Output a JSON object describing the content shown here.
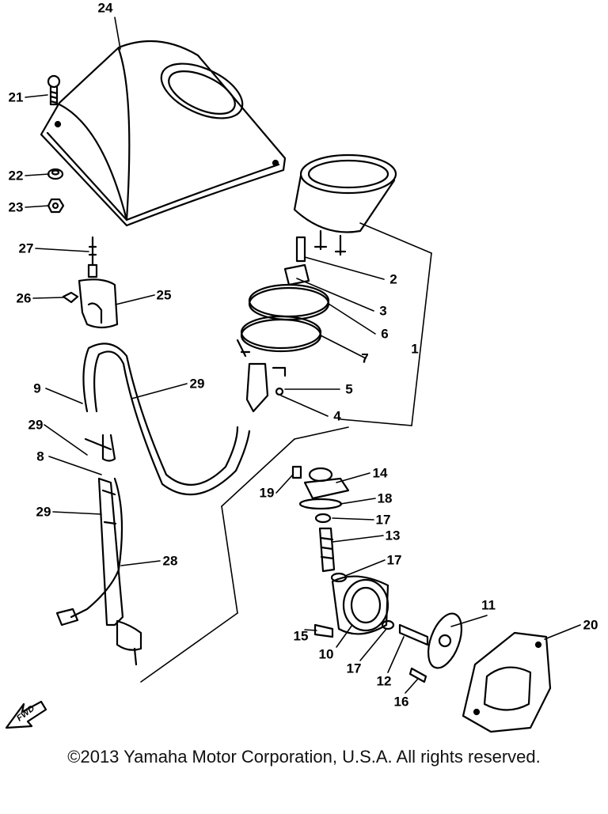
{
  "diagram": {
    "callouts": [
      {
        "id": "c24",
        "text": "24"
      },
      {
        "id": "c21",
        "text": "21"
      },
      {
        "id": "c22",
        "text": "22"
      },
      {
        "id": "c23",
        "text": "23"
      },
      {
        "id": "c27",
        "text": "27"
      },
      {
        "id": "c26",
        "text": "26"
      },
      {
        "id": "c25",
        "text": "25"
      },
      {
        "id": "c2",
        "text": "2"
      },
      {
        "id": "c3",
        "text": "3"
      },
      {
        "id": "c6",
        "text": "6"
      },
      {
        "id": "c1",
        "text": "1"
      },
      {
        "id": "c7",
        "text": "7"
      },
      {
        "id": "c5",
        "text": "5"
      },
      {
        "id": "c4",
        "text": "4"
      },
      {
        "id": "c9",
        "text": "9"
      },
      {
        "id": "c29a",
        "text": "29"
      },
      {
        "id": "c29b",
        "text": "29"
      },
      {
        "id": "c8",
        "text": "8"
      },
      {
        "id": "c29c",
        "text": "29"
      },
      {
        "id": "c28",
        "text": "28"
      },
      {
        "id": "c14",
        "text": "14"
      },
      {
        "id": "c19",
        "text": "19"
      },
      {
        "id": "c18",
        "text": "18"
      },
      {
        "id": "c17a",
        "text": "17"
      },
      {
        "id": "c13",
        "text": "13"
      },
      {
        "id": "c17b",
        "text": "17"
      },
      {
        "id": "c11",
        "text": "11"
      },
      {
        "id": "c20",
        "text": "20"
      },
      {
        "id": "c15",
        "text": "15"
      },
      {
        "id": "c10",
        "text": "10"
      },
      {
        "id": "c17c",
        "text": "17"
      },
      {
        "id": "c12",
        "text": "12"
      },
      {
        "id": "c16",
        "text": "16"
      }
    ],
    "fwd_label": "FWD",
    "copyright": "©2013 Yamaha Motor Corporation, U.S.A. All rights reserved."
  }
}
